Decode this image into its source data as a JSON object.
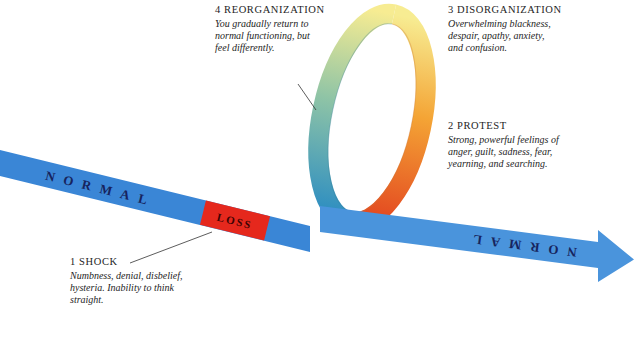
{
  "diagram": {
    "nodes": [
      {
        "text": [
          "NORMAL",
          "NORMAL"
        ]
      },
      {
        "text": [
          "LOSS"
        ],
        "in": 0
      }
    ],
    "labels": [
      "4 REORGANIZATION",
      "You gradually return to normal functioning, but feel differently.",
      "3 DISORGANIZATION",
      "Overwhelming blackness, despair, apathy, anxiety, and confusion.",
      "2 PROTEST",
      "Strong, powerful feelings of anger, guilt, sadness, fear, yearning, and searching.",
      "1 SHOCK",
      "Numbness, denial, disbelief, hysteria. Inability to think straight."
    ]
  }
}
